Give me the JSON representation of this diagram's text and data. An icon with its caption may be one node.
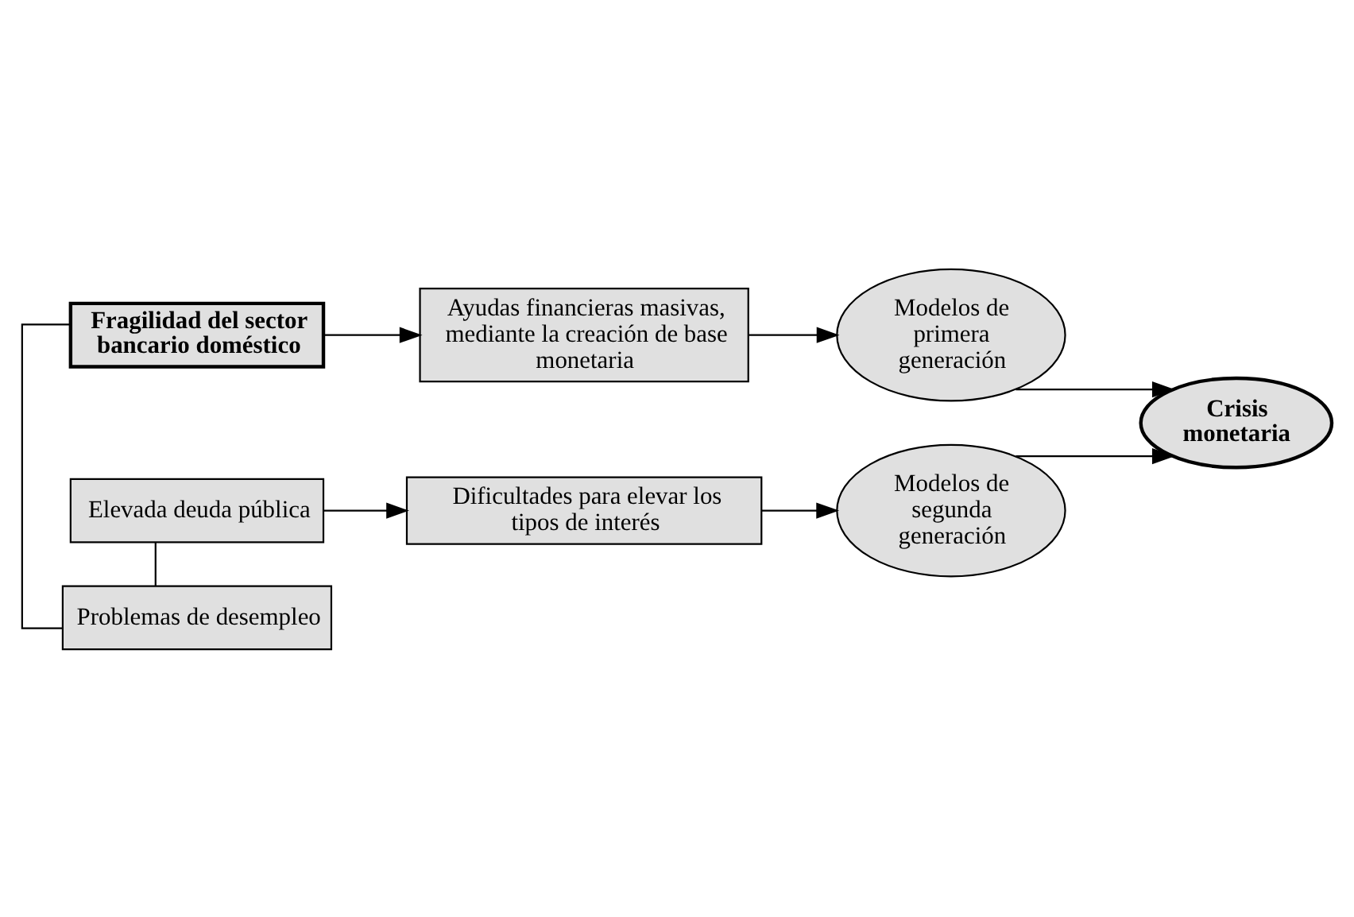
{
  "diagram": {
    "nodes": [
      {
        "text": [
          "Fragilidad del sector bancario doméstico"
        ]
      },
      {
        "text": [
          "Ayudas financieras masivas, mediante la creación de base monetaria"
        ]
      },
      {
        "text": [
          "Modelos de primera generación"
        ]
      },
      {
        "text": [
          "Problemas de desempleo"
        ]
      },
      {
        "text": [
          "Elevada deuda pública"
        ]
      },
      {
        "text": [
          "Modelos de segunda generación"
        ]
      },
      {
        "text": [
          "Dificultades para elevar los tipos de interés"
        ]
      },
      {
        "text": [
          "Crisis monetaria"
        ]
      }
    ],
    "edges": [
      {
        "from": 0,
        "to": 1,
        "arrow": "to"
      },
      {
        "from": 1,
        "to": 2,
        "arrow": "to"
      },
      {
        "from": 2,
        "to": 7,
        "arrow": "to"
      },
      {
        "from": 5,
        "to": 7,
        "arrow": "to"
      },
      {
        "from": 0,
        "to": 3,
        "arrow": "none"
      },
      {
        "from": 3,
        "to": 4,
        "arrow": "none"
      },
      {
        "from": 4,
        "to": 6,
        "arrow": "to"
      },
      {
        "from": 6,
        "to": 5,
        "arrow": "to"
      }
    ]
  }
}
